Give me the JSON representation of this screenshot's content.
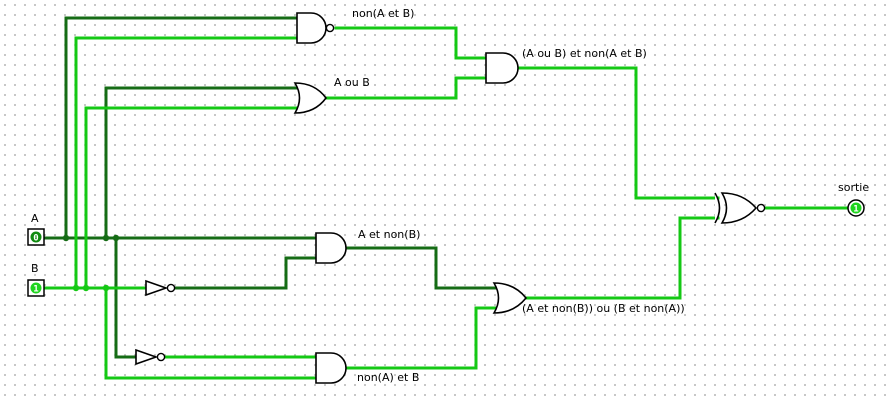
{
  "colors": {
    "wire_low": "#156c15",
    "wire_high": "#14c914",
    "pin_low": "#0f8a0f",
    "pin_high": "#1ed41e"
  },
  "inputs": {
    "a": {
      "label": "A",
      "value": "0"
    },
    "b": {
      "label": "B",
      "value": "1"
    }
  },
  "output": {
    "label": "sortie",
    "value": "1"
  },
  "gate_labels": {
    "nand_ab": "non(A et B)",
    "or_ab": "A ou B",
    "and_top": "(A ou B) et non(A et B)",
    "a_and_not_b": "A et non(B)",
    "not_a_and_b": "non(A) et B",
    "or_bottom": "(A et non(B)) ou (B et non(A))"
  }
}
